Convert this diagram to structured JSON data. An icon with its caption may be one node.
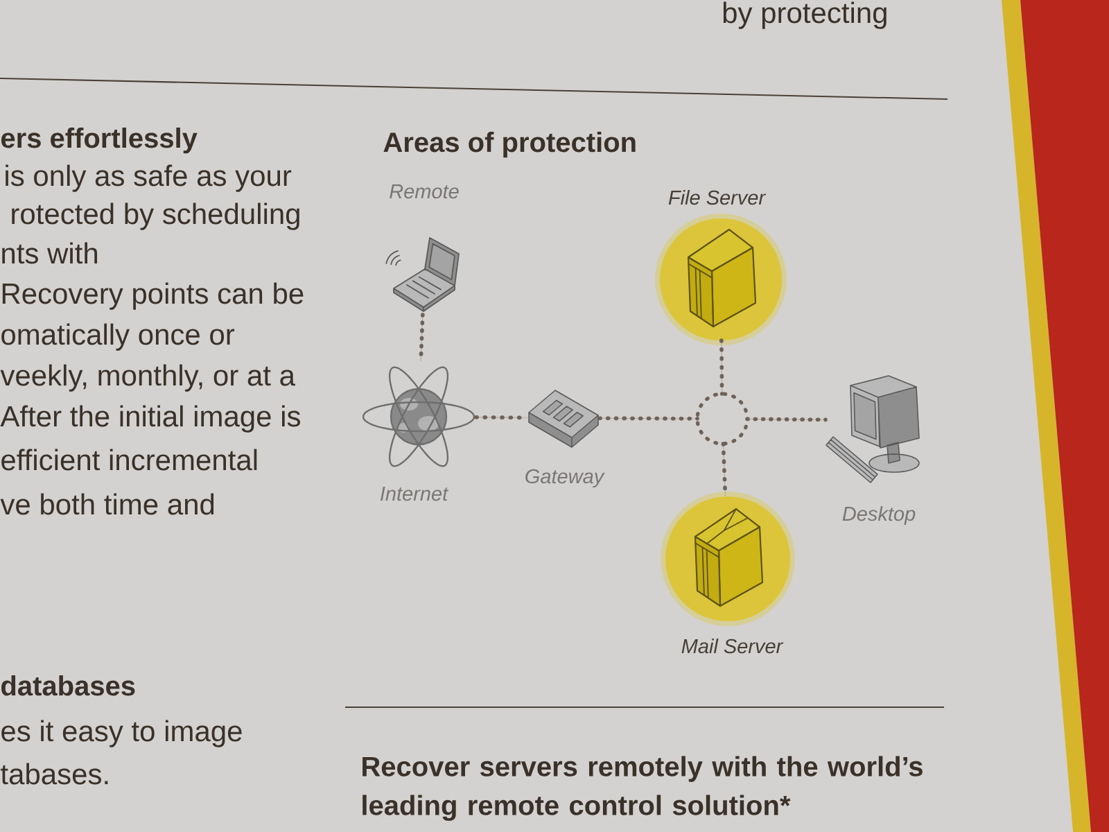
{
  "diagram": {
    "title": "Areas of protection",
    "nodes": [
      {
        "text": [
          "Remote"
        ]
      },
      {
        "text": [
          "File Server"
        ]
      },
      {
        "text": [
          "Internet"
        ]
      },
      {
        "text": [
          "Gateway"
        ]
      },
      {
        "text": [],
        "shape": "circle"
      },
      {
        "text": [
          "Desktop"
        ]
      },
      {
        "text": [
          "Mail Server"
        ]
      }
    ],
    "edges": [
      {
        "from": 0,
        "to": 2,
        "arrow": "none"
      },
      {
        "from": 2,
        "to": 3,
        "arrow": "none"
      },
      {
        "from": 3,
        "to": 4,
        "arrow": "none"
      },
      {
        "from": 1,
        "to": 4,
        "arrow": "none"
      },
      {
        "from": 4,
        "to": 5,
        "arrow": "none"
      },
      {
        "from": 4,
        "to": 6,
        "arrow": "none"
      }
    ],
    "labels": [
      "by protecting",
      "ers effortlessly",
      "is only as safe as your",
      "rotected by scheduling",
      "nts with",
      "Recovery points can be",
      "omatically once or",
      "veekly, monthly, or at a",
      "After the initial image is",
      "efficient incremental",
      "ve both time and",
      "databases",
      "es it easy to image",
      "tabases.",
      "Recover servers remotely with the world’s leading remote control solution*"
    ]
  }
}
